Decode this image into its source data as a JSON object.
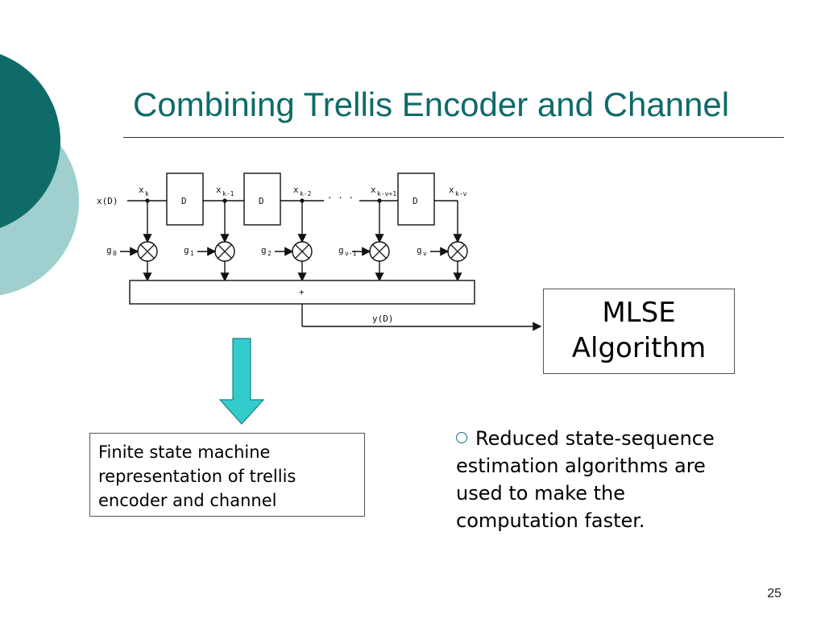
{
  "slide": {
    "title": "Combining Trellis Encoder and Channel",
    "page_number": "25"
  },
  "diagram": {
    "input_label": "x(D)",
    "delay_label": "D",
    "ellipsis": "· · ·",
    "adder_label": "+",
    "output_label": "y(D)",
    "taps": [
      {
        "x_main": "x",
        "x_sub": "k",
        "g_main": "g",
        "g_sub": "0"
      },
      {
        "x_main": "x",
        "x_sub": "k-1",
        "g_main": "g",
        "g_sub": "1"
      },
      {
        "x_main": "x",
        "x_sub": "k-2",
        "g_main": "g",
        "g_sub": "2"
      },
      {
        "x_main": "x",
        "x_sub": "k-ν+1",
        "g_main": "g",
        "g_sub": "ν-1"
      },
      {
        "x_main": "x",
        "x_sub": "k-ν",
        "g_main": "g",
        "g_sub": "ν"
      }
    ]
  },
  "mlse_box": {
    "line1": "MLSE",
    "line2": "Algorithm"
  },
  "fsm_box": {
    "text": "Finite state machine representation of trellis encoder and channel"
  },
  "bullet": {
    "text": "Reduced state-sequence estimation algorithms are used to make the computation faster."
  },
  "colors": {
    "title": "#0e6b68",
    "dark_teal": "#0e6b68",
    "light_teal": "#9fcfcf",
    "arrow_fill": "#33cccc",
    "bullet_icon": "#1a6f8a"
  },
  "icons": {
    "bullet": "hollow-circle-bullet-icon",
    "arrow": "down-arrow-icon"
  }
}
